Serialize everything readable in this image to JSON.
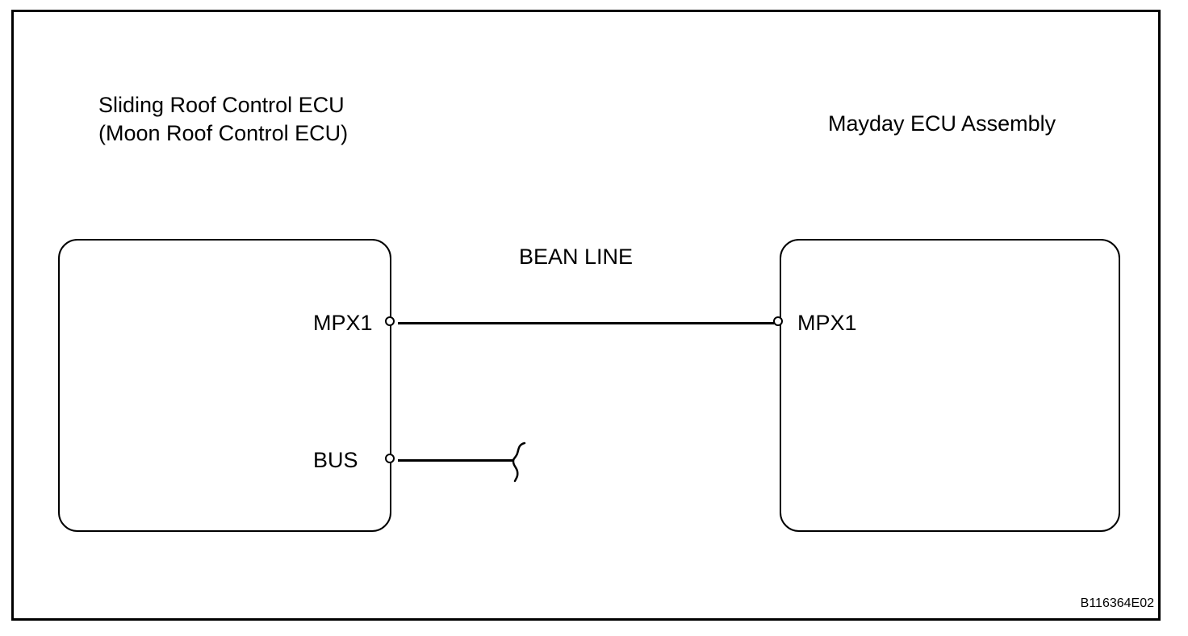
{
  "colors": {
    "ink": "#000000",
    "paper": "#ffffff"
  },
  "diagram": {
    "left_unit": {
      "label_line1": "Sliding Roof Control ECU",
      "label_line2": "(Moon Roof Control ECU)",
      "pins": [
        {
          "name": "MPX1"
        },
        {
          "name": "BUS"
        }
      ]
    },
    "right_unit": {
      "label": "Mayday ECU Assembly",
      "pins": [
        {
          "name": "MPX1"
        }
      ]
    },
    "connection_label": "BEAN LINE",
    "figure_code": "B116364E02"
  }
}
